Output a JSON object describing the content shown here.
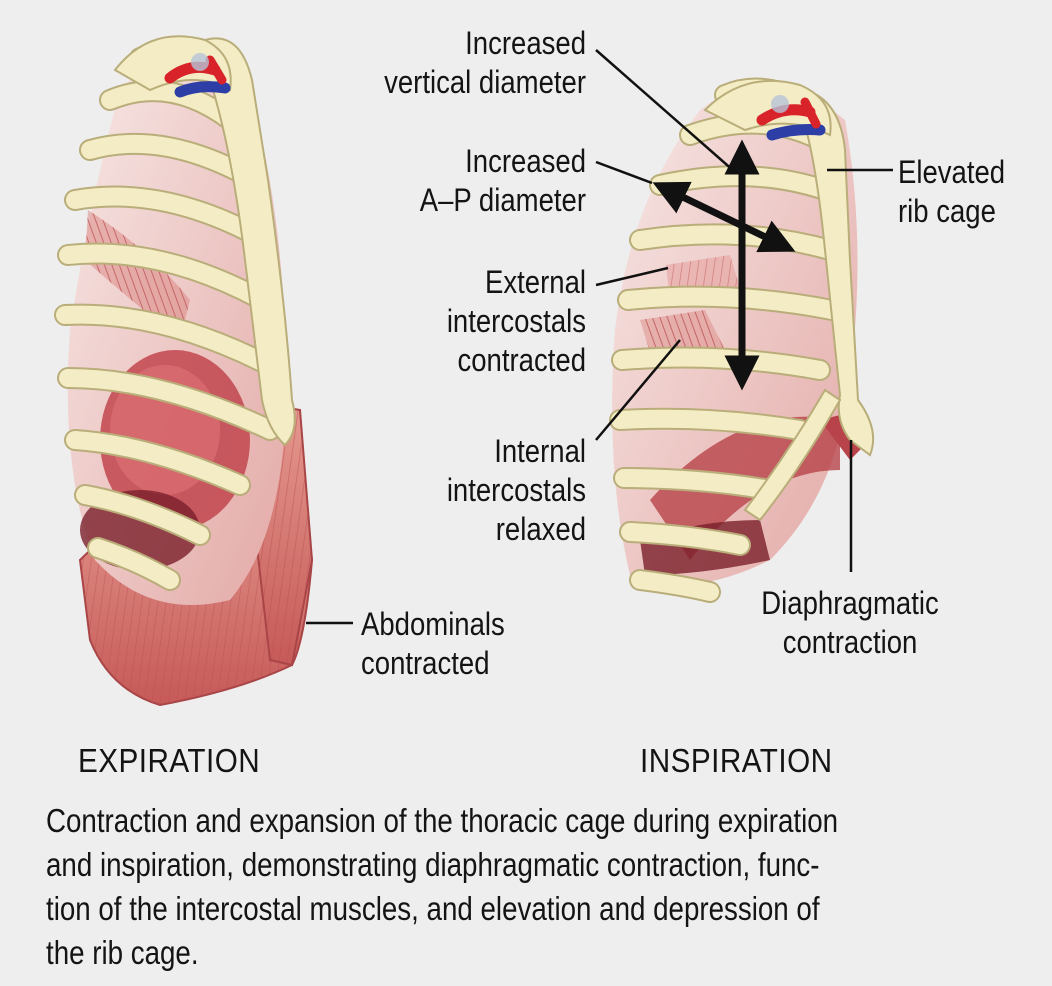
{
  "labels": {
    "increased_vertical_diameter": [
      "Increased",
      "vertical diameter"
    ],
    "increased_ap_diameter": [
      "Increased",
      "A–P diameter"
    ],
    "external_intercostals_contracted": [
      "External",
      "intercostals",
      "contracted"
    ],
    "internal_intercostals_relaxed": [
      "Internal",
      "intercostals",
      "relaxed"
    ],
    "elevated_rib_cage": [
      "Elevated",
      "rib cage"
    ],
    "diaphragmatic_contraction": [
      "Diaphragmatic",
      "contraction"
    ],
    "abdominals_contracted": [
      "Abdominals",
      "contracted"
    ]
  },
  "titles": {
    "expiration": "EXPIRATION",
    "inspiration": "INSPIRATION"
  },
  "caption": [
    "Contraction and expansion of the thoracic cage during expiration",
    "and inspiration, demonstrating diaphragmatic contraction, func-",
    "tion of the intercostal muscles, and elevation and depression of",
    "the rib cage."
  ],
  "colors": {
    "bone": "#f4ecc4",
    "bone_outline": "#b9ad7a",
    "muscle": "#d9786f",
    "muscle_dark": "#8c2a2f",
    "cavity": "#f0d6d6",
    "artery": "#d8232a",
    "vein": "#2d3fa6",
    "background": "#eeeeee"
  }
}
